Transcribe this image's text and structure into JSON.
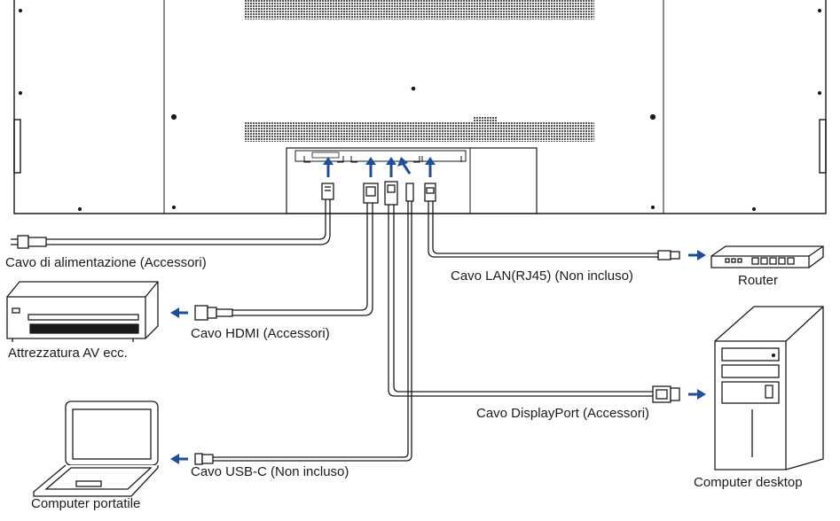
{
  "labels": {
    "power_cable": "Cavo di alimentazione (Accessori)",
    "lan_cable": "Cavo LAN(RJ45) (Non incluso)",
    "router": "Router",
    "hdmi_cable": "Cavo HDMI (Accessori)",
    "av_equipment": "Attrezzatura AV ecc.",
    "displayport_cable": "Cavo DisplayPort (Accessori)",
    "computer_desktop": "Computer desktop",
    "usbc_cable": "Cavo USB-C (Non incluso)",
    "computer_laptop": "Computer portatile"
  },
  "colors": {
    "line": "#1a1a1a",
    "arrow": "#1f4e9a",
    "grille": "#555555"
  },
  "icons": [
    "monitor-rear",
    "plug-icon",
    "av-device-icon",
    "laptop-icon",
    "router-icon",
    "desktop-tower-icon"
  ]
}
